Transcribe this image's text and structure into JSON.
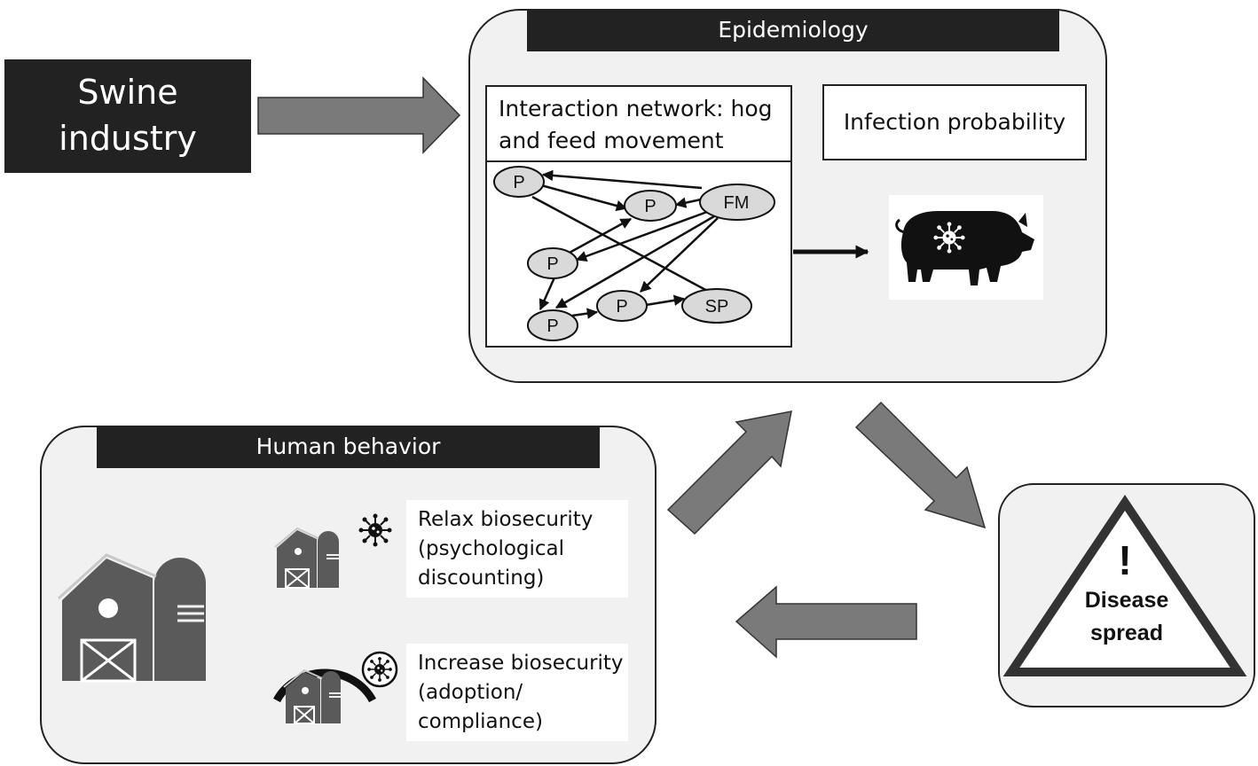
{
  "swine": {
    "line1": "Swine",
    "line2": "industry"
  },
  "epidemiology": {
    "header": "Epidemiology",
    "network": {
      "title_line1": "Interaction network: hog",
      "title_line2": "and feed movement",
      "nodes": {
        "p1": "P",
        "p2": "P",
        "fm": "FM",
        "p3": "P",
        "p4": "P",
        "p5": "P",
        "sp": "SP"
      }
    },
    "infection_label": "Infection probability"
  },
  "human_behavior": {
    "header": "Human behavior",
    "relax_lines": [
      "Relax biosecurity",
      "(psychological",
      "discounting)"
    ],
    "increase_lines": [
      "Increase biosecurity",
      "(adoption/",
      "compliance)"
    ]
  },
  "disease": {
    "mark": "!",
    "line1": "Disease",
    "line2": "spread"
  },
  "colors": {
    "dark": "#222222",
    "arrow": "#7a7a7a",
    "panel": "#f1f1f1",
    "barn": "#5a5a5a"
  }
}
